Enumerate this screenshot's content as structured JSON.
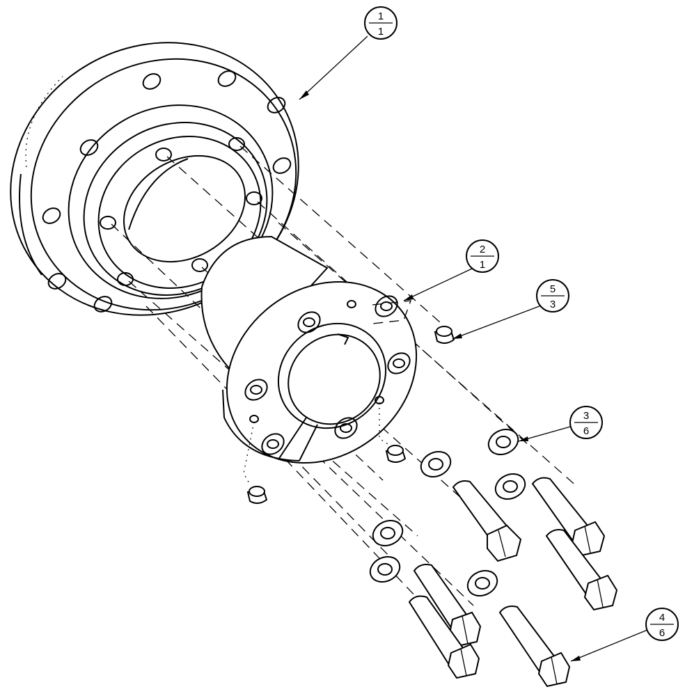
{
  "balloons": [
    {
      "id": "b1",
      "item": "1",
      "qty": "1"
    },
    {
      "id": "b2",
      "item": "2",
      "qty": "1"
    },
    {
      "id": "b3",
      "item": "5",
      "qty": "3"
    },
    {
      "id": "b4",
      "item": "3",
      "qty": "6"
    },
    {
      "id": "b5",
      "item": "4",
      "qty": "6"
    }
  ]
}
